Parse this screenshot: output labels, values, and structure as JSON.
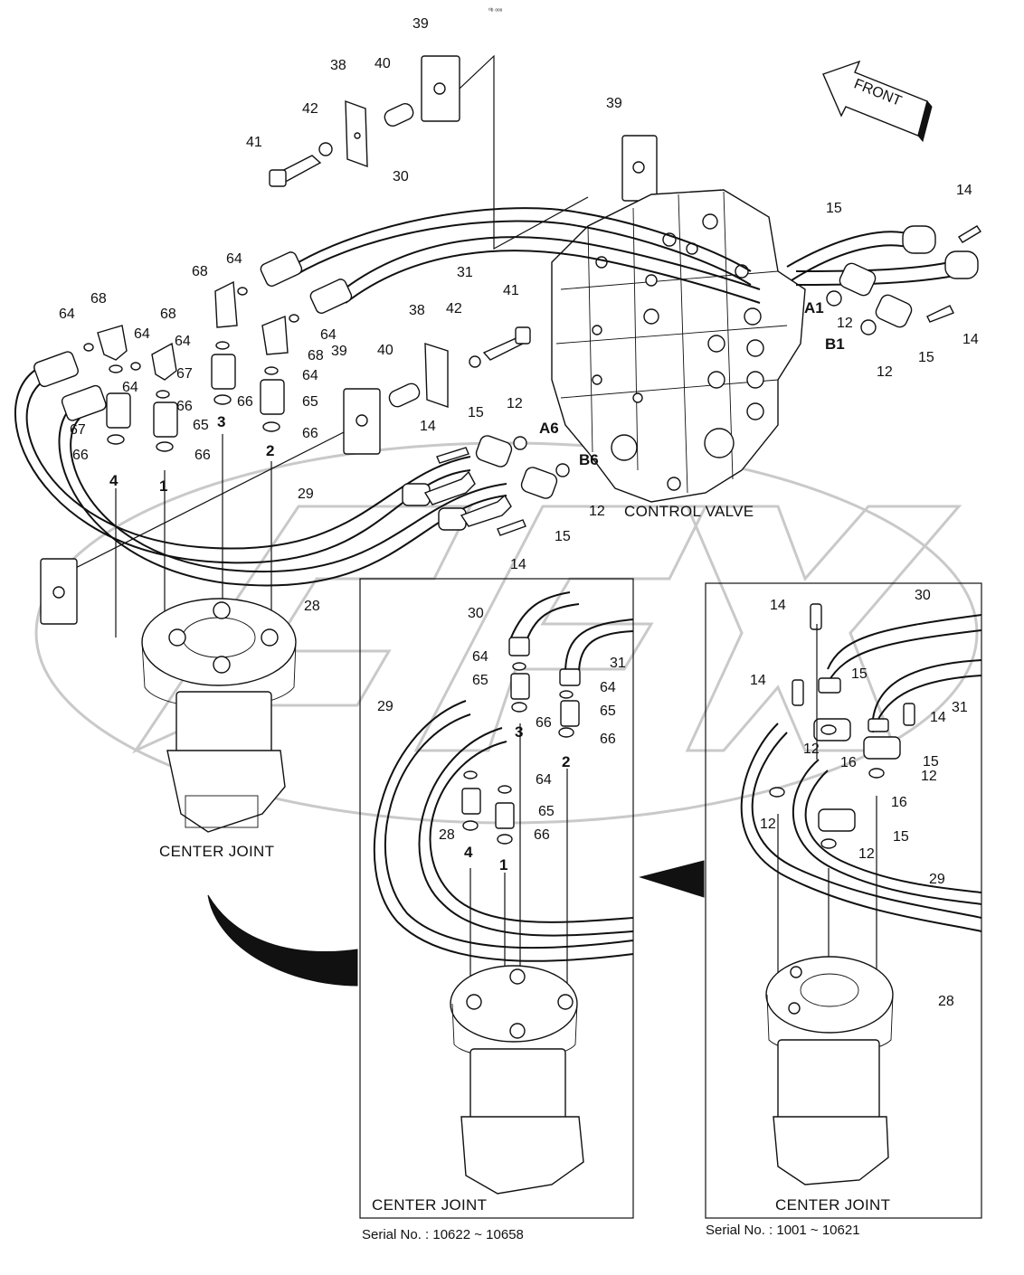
{
  "top_mark": "⁰ᵇ ᵒᵒᵒ",
  "front_label": "FRONT",
  "captions": {
    "control_valve": "CONTROL VALVE",
    "center_joint_main": "CENTER JOINT",
    "center_joint_inset1": "CENTER JOINT",
    "center_joint_inset2": "CENTER JOINT"
  },
  "serials": {
    "inset1": "Serial No. : 10622 ~ 10658",
    "inset2": "Serial No. : 1001 ~ 10621"
  },
  "port_labels": {
    "a1": "A1",
    "b1": "B1",
    "a6": "A6",
    "b6": "B6",
    "main": [
      "4",
      "1",
      "3",
      "2"
    ],
    "inset1": [
      "3",
      "2",
      "4",
      "1"
    ]
  },
  "part_numbers": {
    "main": [
      "39",
      "38",
      "40",
      "42",
      "41",
      "39",
      "30",
      "31",
      "14",
      "15",
      "64",
      "68",
      "68",
      "68",
      "64",
      "64",
      "64",
      "64",
      "68",
      "64",
      "64",
      "67",
      "67",
      "65",
      "65",
      "66",
      "66",
      "66",
      "66",
      "66",
      "38",
      "42",
      "41",
      "39",
      "40",
      "14",
      "15",
      "12",
      "12",
      "14",
      "15",
      "12",
      "12",
      "29",
      "28",
      "15",
      "14"
    ],
    "inset1": [
      "30",
      "31",
      "64",
      "65",
      "64",
      "65",
      "66",
      "66",
      "29",
      "64",
      "65",
      "28",
      "66"
    ],
    "inset2": [
      "30",
      "14",
      "15",
      "14",
      "31",
      "14",
      "15",
      "12",
      "16",
      "12",
      "16",
      "12",
      "15",
      "12",
      "29",
      "28"
    ]
  }
}
